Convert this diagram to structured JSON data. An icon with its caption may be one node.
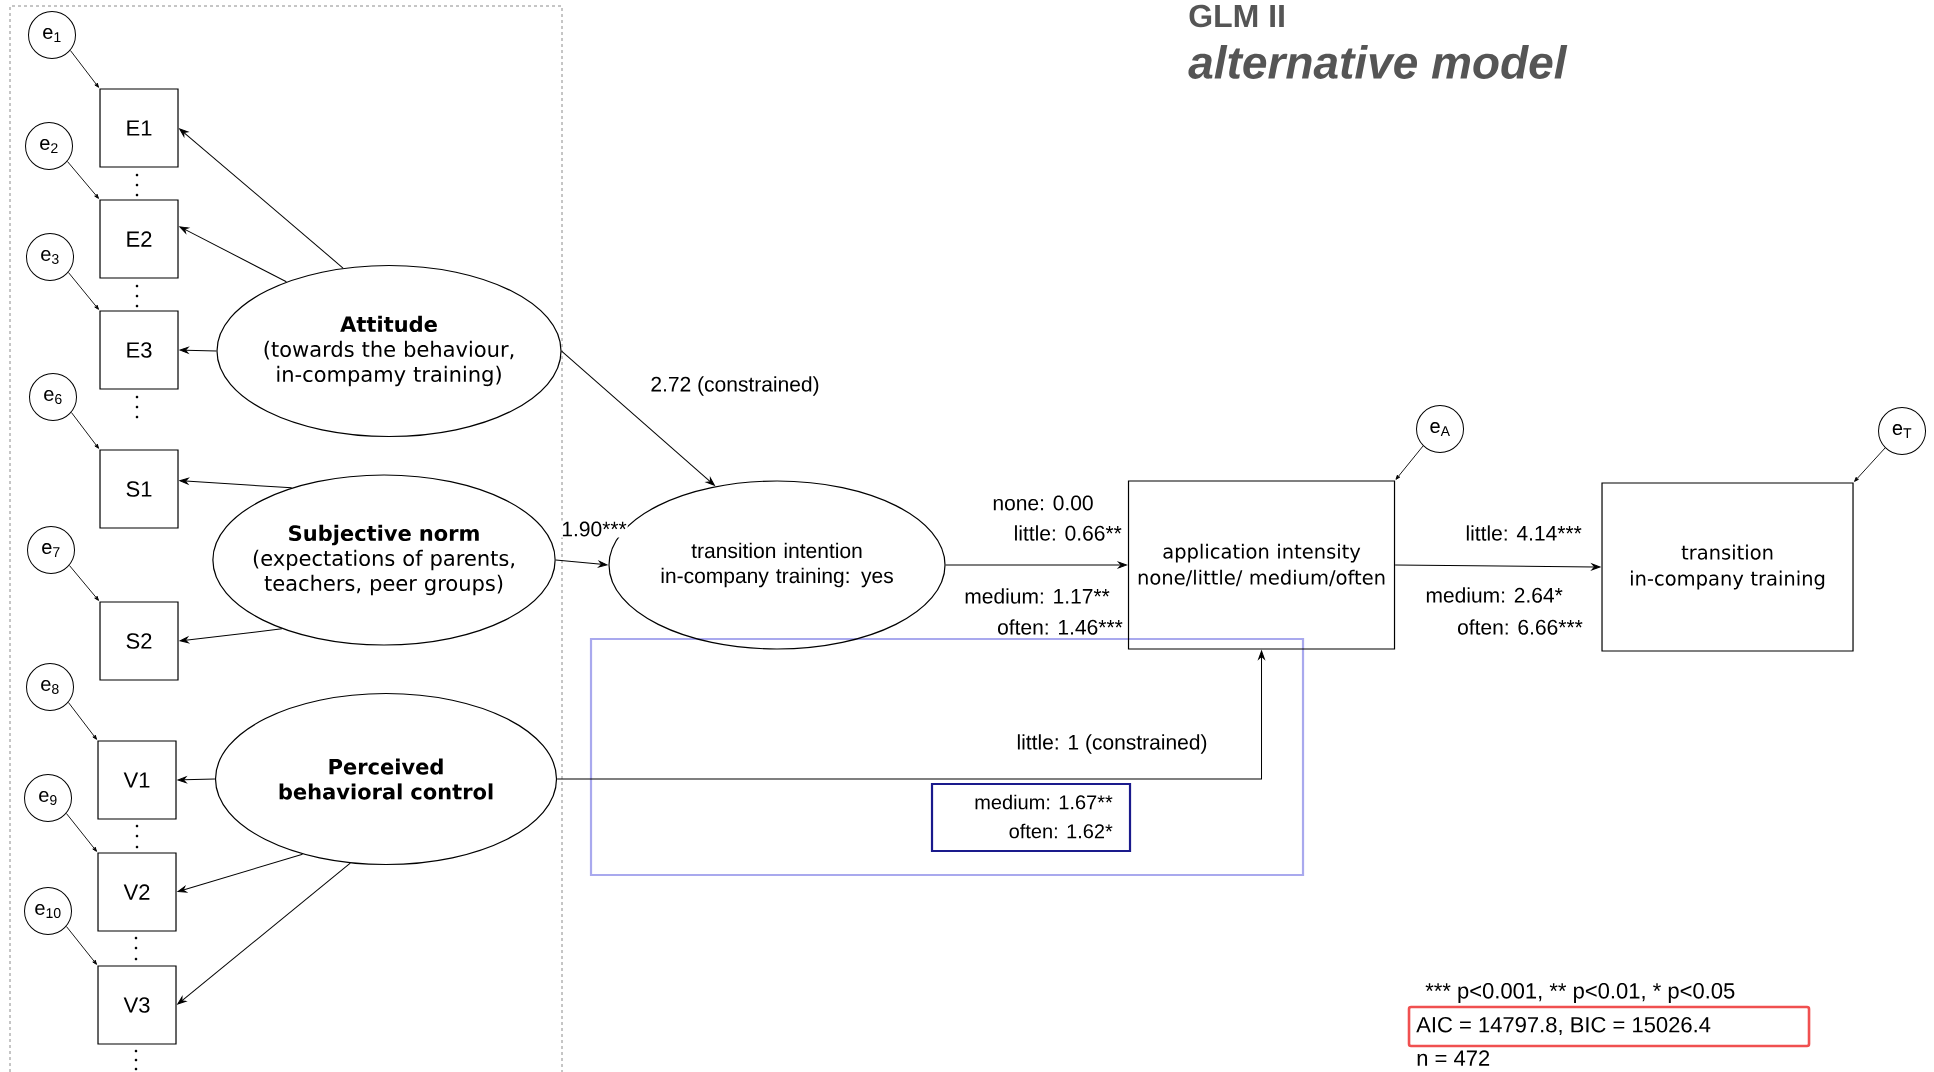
{
  "diagram": {
    "title": "GLM II",
    "nodes": [
      {
        "text": [
          "e$_{1}$"
        ]
      },
      {
        "text": [
          "E1"
        ]
      },
      {
        "text": [
          "e$_{2}$"
        ]
      },
      {
        "text": [
          "E2"
        ]
      },
      {
        "text": [
          "e$_{3}$"
        ]
      },
      {
        "text": [
          "E3"
        ]
      },
      {
        "text": [
          "e$_{6}$"
        ]
      },
      {
        "text": [
          "S1"
        ]
      },
      {
        "text": [
          "e$_{7}$"
        ]
      },
      {
        "text": [
          "S2"
        ]
      },
      {
        "text": [
          "e$_{8}$"
        ]
      },
      {
        "text": [
          "V1"
        ]
      },
      {
        "text": [
          "e$_{9}$"
        ]
      },
      {
        "text": [
          "V2"
        ]
      },
      {
        "text": [
          "e$_{10}$"
        ]
      },
      {
        "text": [
          "V3"
        ]
      },
      {
        "text": [
          "Attitude",
          "(towards the behaviour, in-compamy training)"
        ]
      },
      {
        "text": [
          "Subjective norm",
          "(expectations of parents, teachers, peer groups)"
        ]
      },
      {
        "text": [
          "Perceived behavioral control"
        ]
      },
      {
        "text": [
          "transition intention in-company training: yes"
        ]
      },
      {
        "text": [
          "e$_{A}$"
        ]
      },
      {
        "text": [
          "application intensity none/little/ medium/often"
        ]
      },
      {
        "text": [
          "e$_{T}$"
        ]
      },
      {
        "text": [
          "transition in-company training"
        ]
      }
    ],
    "edges": [
      {
        "from": 0,
        "to": 1,
        "arrow": "to"
      },
      {
        "from": 2,
        "to": 3,
        "arrow": "to"
      },
      {
        "from": 4,
        "to": 5,
        "arrow": "to"
      },
      {
        "from": 6,
        "to": 7,
        "arrow": "to"
      },
      {
        "from": 8,
        "to": 9,
        "arrow": "to"
      },
      {
        "from": 10,
        "to": 11,
        "arrow": "to"
      },
      {
        "from": 12,
        "to": 13,
        "arrow": "to"
      },
      {
        "from": 14,
        "to": 15,
        "arrow": "to"
      },
      {
        "from": 16,
        "to": 1,
        "arrow": "to"
      },
      {
        "from": 16,
        "to": 3,
        "arrow": "to"
      },
      {
        "from": 16,
        "to": 5,
        "arrow": "to"
      },
      {
        "from": 17,
        "to": 7,
        "arrow": "to"
      },
      {
        "from": 17,
        "to": 9,
        "arrow": "to"
      },
      {
        "from": 18,
        "to": 11,
        "arrow": "to"
      },
      {
        "from": 18,
        "to": 13,
        "arrow": "to"
      },
      {
        "from": 18,
        "to": 15,
        "arrow": "to"
      },
      {
        "from": 16,
        "to": 19,
        "arrow": "to",
        "label": "2.72 (constrained)"
      },
      {
        "from": 17,
        "to": 19,
        "arrow": "to",
        "label": "1.90***"
      },
      {
        "from": 19,
        "to": 21,
        "arrow": "to",
        "label": "little: 0.66**"
      },
      {
        "from": 18,
        "to": 21,
        "arrow": "to",
        "label": "little: 1 (constrained)"
      },
      {
        "from": 21,
        "to": 23,
        "arrow": "to",
        "label": "little: 4.14***"
      },
      {
        "from": 20,
        "to": 21,
        "arrow": "to"
      },
      {
        "from": 22,
        "to": 23,
        "arrow": "to"
      }
    ],
    "labels": [
      "alternative model",
      "none: 0.00",
      "medium: 1.17**",
      "often: 1.46***",
      "medium: 2.64*",
      "often: 6.66***",
      "medium: 1.67**",
      "often: 1.62*",
      "*** p<0.001, ** p<0.01, * p<0.05",
      "AIC = 14797.8, BIC = 15026.4",
      "n = 472"
    ]
  }
}
